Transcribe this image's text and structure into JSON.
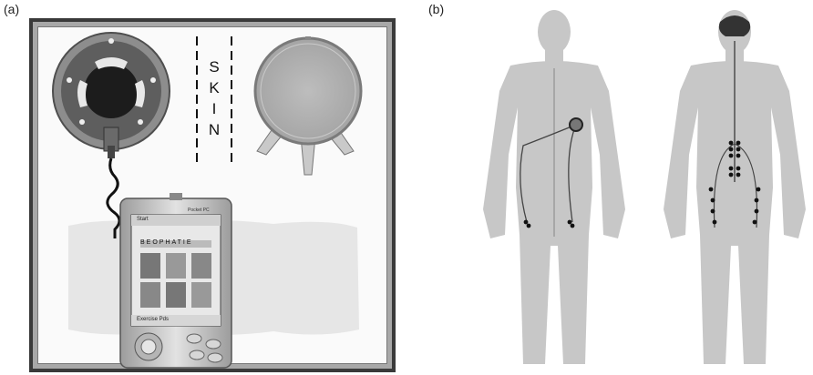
{
  "panels": {
    "a_label": "(a)",
    "b_label": "(b)"
  },
  "skin_text": [
    "S",
    "K",
    "I",
    "N"
  ],
  "pda": {
    "top_right_text": "Pocket PC",
    "menu_text": "Start",
    "app_title": "BEOPHATIE",
    "bottom_text": "Exercise Pds"
  },
  "icons": [
    "electrode-top-icon",
    "electrode-bottom-icon",
    "pda-device-icon",
    "human-front-icon",
    "human-back-icon",
    "brain-icon"
  ]
}
